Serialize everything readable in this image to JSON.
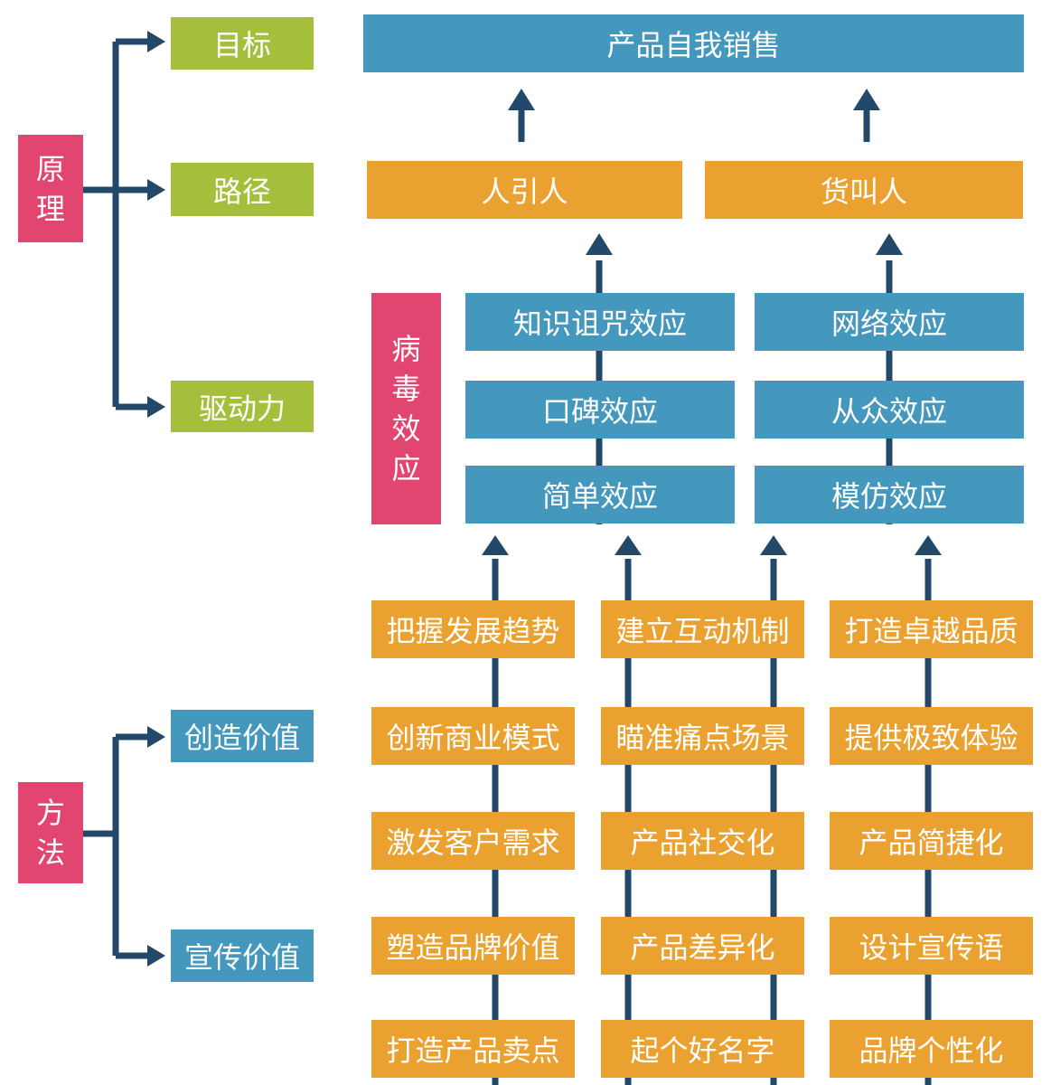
{
  "colors": {
    "pink": "#e2456f",
    "green": "#a5bf3c",
    "blue": "#4497bd",
    "orange": "#eba12f",
    "connector": "#22496a"
  },
  "left": {
    "principle": [
      "原",
      "理"
    ],
    "goal": "目标",
    "path": "路径",
    "driver": "驱动力",
    "method": [
      "方",
      "法"
    ],
    "create_value": "创造价值",
    "promote_value": "宣传价值"
  },
  "top": {
    "goal": "产品自我销售",
    "path_left": "人引人",
    "path_right": "货叫人"
  },
  "viral": {
    "label": [
      "病",
      "毒",
      "效",
      "应"
    ],
    "left": [
      "知识诅咒效应",
      "口碑效应",
      "简单效应"
    ],
    "right": [
      "网络效应",
      "从众效应",
      "模仿效应"
    ]
  },
  "methods": {
    "col1": [
      "把握发展趋势",
      "创新商业模式",
      "激发客户需求",
      "塑造品牌价值",
      "打造产品卖点"
    ],
    "col2": [
      "建立互动机制",
      "瞄准痛点场景",
      "产品社交化",
      "产品差异化",
      "起个好名字"
    ],
    "col3": [
      "打造卓越品质",
      "提供极致体验",
      "产品简捷化",
      "设计宣传语",
      "品牌个性化"
    ]
  }
}
